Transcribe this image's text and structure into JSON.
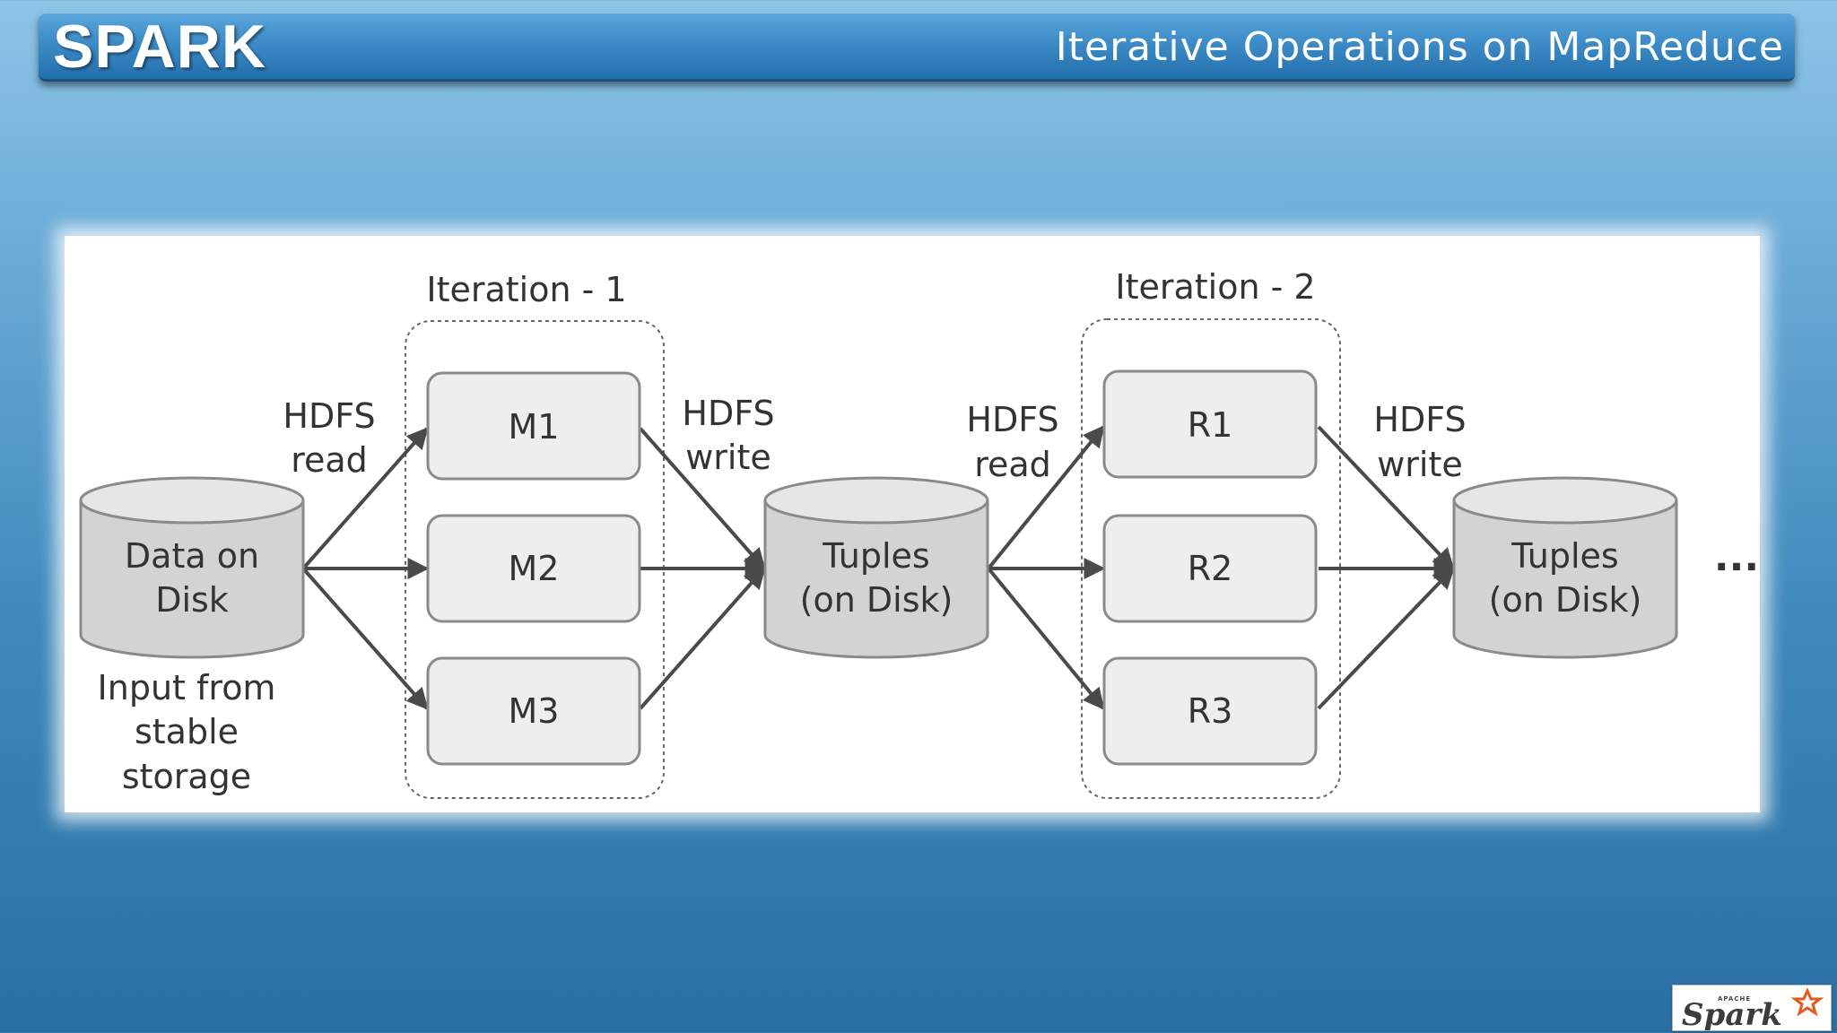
{
  "header": {
    "brand": "SPARK",
    "title": "Iterative Operations on MapReduce"
  },
  "diagram": {
    "input_store": {
      "line1": "Data on",
      "line2": "Disk"
    },
    "input_caption": {
      "line1": "Input from",
      "line2": "stable",
      "line3": "storage"
    },
    "iteration1": {
      "label": "Iteration - 1",
      "tasks": [
        "M1",
        "M2",
        "M3"
      ],
      "read_label": {
        "line1": "HDFS",
        "line2": "read"
      },
      "write_label": {
        "line1": "HDFS",
        "line2": "write"
      }
    },
    "intermediate_store": {
      "line1": "Tuples",
      "line2": "(on Disk)"
    },
    "iteration2": {
      "label": "Iteration - 2",
      "tasks": [
        "R1",
        "R2",
        "R3"
      ],
      "read_label": {
        "line1": "HDFS",
        "line2": "read"
      },
      "write_label": {
        "line1": "HDFS",
        "line2": "write"
      }
    },
    "output_store": {
      "line1": "Tuples",
      "line2": "(on Disk)"
    },
    "continuation": "..."
  },
  "logo": {
    "small_text": "APACHE",
    "name": "Spark"
  },
  "colors": {
    "header_blue": "#2f80bf",
    "cylinder_fill": "#d3d3d3",
    "box_fill": "#eeeeee",
    "arrow": "#4a4a4a",
    "logo_star": "#e25a1c"
  }
}
